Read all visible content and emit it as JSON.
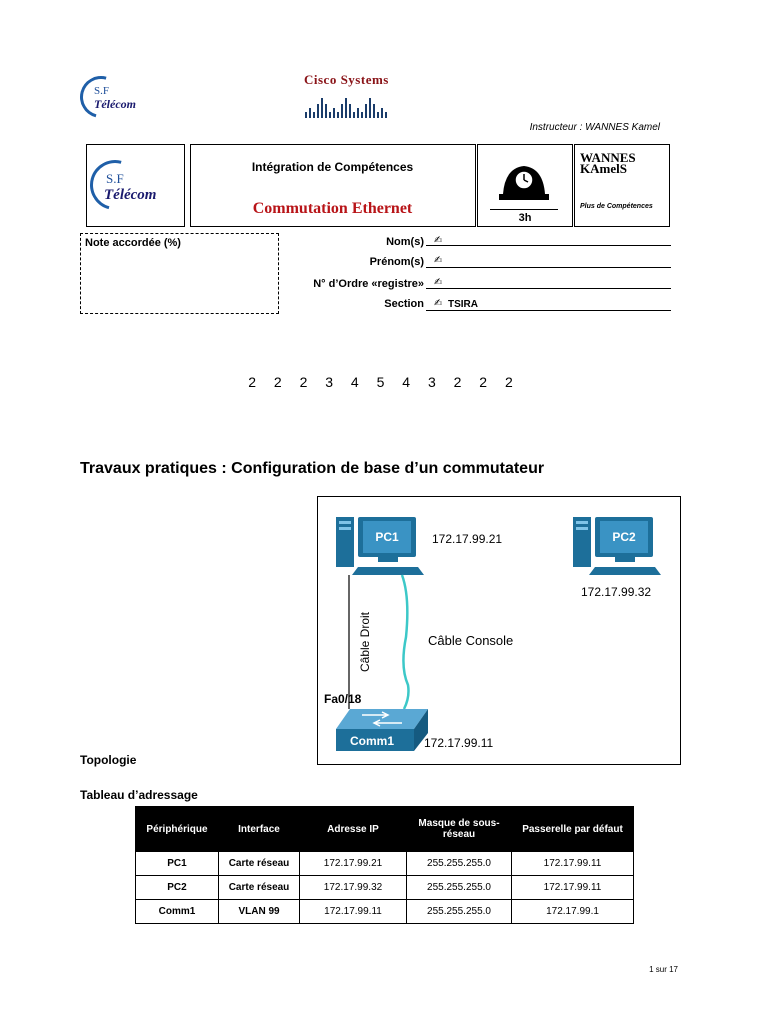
{
  "header": {
    "logo_sf_top": "S.F",
    "logo_sf_bottom": "Télécom",
    "logo_cisco": "Cisco Systems",
    "instructor": "Instructeur : WANNES Kamel",
    "course_title": "Intégration de Compétences",
    "module_title": "Commutation Ethernet",
    "duration": "3h",
    "wannes_line1": "WANNES",
    "wannes_line2": "KAmelS",
    "wannes_tagline": "Plus de Compétences"
  },
  "form": {
    "note_label": "Note accordée (%)",
    "fields": [
      {
        "label": "Nom(s)",
        "value": ""
      },
      {
        "label": "Prénom(s)",
        "value": ""
      },
      {
        "label": "N° d’Ordre «registre»",
        "value": ""
      },
      {
        "label": "Section",
        "value": "TSIRA"
      }
    ],
    "pen_glyph": "✍"
  },
  "number_row": "2 2 2 3 4 5 4 3 2 2 2",
  "main_title": "Travaux pratiques : Configuration de base d’un commutateur",
  "topology": {
    "heading": "Topologie",
    "pc1_label": "PC1",
    "pc1_ip": "172.17.99.21",
    "pc2_label": "PC2",
    "pc2_ip": "172.17.99.32",
    "switch_label": "Comm1",
    "switch_ip": "172.17.99.11",
    "port_label": "Fa0/18",
    "straight_cable_label": "Câble Droit",
    "console_cable_label": "Câble Console",
    "colors": {
      "device_blue": "#1d6f9a",
      "console_cable": "#3cc8c8"
    }
  },
  "address_table": {
    "heading": "Tableau d’adressage",
    "columns": [
      "Périphérique",
      "Interface",
      "Adresse IP",
      "Masque de sous-réseau",
      "Passerelle par défaut"
    ],
    "rows": [
      [
        "PC1",
        "Carte réseau",
        "172.17.99.21",
        "255.255.255.0",
        "172.17.99.11"
      ],
      [
        "PC2",
        "Carte réseau",
        "172.17.99.32",
        "255.255.255.0",
        "172.17.99.11"
      ],
      [
        "Comm1",
        "VLAN 99",
        "172.17.99.11",
        "255.255.255.0",
        "172.17.99.1"
      ]
    ]
  },
  "footer": {
    "page": "1 sur 17"
  }
}
